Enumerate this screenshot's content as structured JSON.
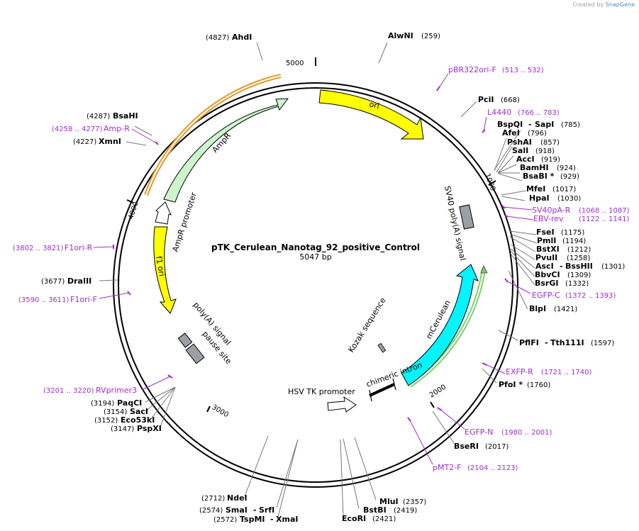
{
  "credit": {
    "prefix": "Created by",
    "brand": "SnapGene"
  },
  "plasmid": {
    "name": "pTK_Cerulean_Nanotag_92_positive_Control",
    "length_label": "5047 bp"
  },
  "ticks": [
    {
      "id": "tick-1000",
      "label": "1000"
    },
    {
      "id": "tick-2000",
      "label": "2000"
    },
    {
      "id": "tick-3000",
      "label": "3000"
    },
    {
      "id": "tick-4000",
      "label": "4000"
    },
    {
      "id": "tick-5000",
      "label": "5000"
    }
  ],
  "features": [
    {
      "id": "ori",
      "label": "ori",
      "color": "#ffff00"
    },
    {
      "id": "ampr",
      "label": "AmpR",
      "color": "#ccf5cc"
    },
    {
      "id": "ampr-promoter",
      "label": "AmpR promoter",
      "color": "#ffffff"
    },
    {
      "id": "f1-ori",
      "label": "f1 ori",
      "color": "#ffff00"
    },
    {
      "id": "polya-signal",
      "label": "poly(A) signal",
      "color": "#9aa0a6"
    },
    {
      "id": "pause-site",
      "label": "pause site",
      "color": "#9aa0a6"
    },
    {
      "id": "sv40-polya",
      "label": "SV40 poly(A) signal",
      "color": "#9aa0a6"
    },
    {
      "id": "mcerulean",
      "label": "mCerulean",
      "color": "#00f5ff"
    },
    {
      "id": "kozak",
      "label": "Kozak sequence",
      "color": "#9aa0a6"
    },
    {
      "id": "chimeric-intron",
      "label": "chimeric intron",
      "color": "#000000"
    },
    {
      "id": "hsv-tk-promoter",
      "label": "HSV TK promoter",
      "color": "#ffffff"
    }
  ],
  "sites": {
    "ahdi": {
      "name": "AhdI",
      "pos": "(4827)"
    },
    "alwni": {
      "name": "AlwNI",
      "pos": "(259)"
    },
    "pcii": {
      "name": "PciI",
      "pos": "(668)"
    },
    "bspqi": {
      "name": "BspQI",
      "pos": "(785)"
    },
    "sapi": {
      "name": "SapI"
    },
    "afei": {
      "name": "AfeI",
      "pos": "(796)"
    },
    "pshai": {
      "name": "PshAI",
      "pos": "(857)"
    },
    "sali": {
      "name": "SalI",
      "pos": "(918)"
    },
    "acci": {
      "name": "AccI",
      "pos": "(919)"
    },
    "bamhi": {
      "name": "BamHI",
      "pos": "(924)"
    },
    "bsabi": {
      "name": "BsaBI *",
      "pos": "(929)"
    },
    "mfei": {
      "name": "MfeI",
      "pos": "(1017)"
    },
    "hpai": {
      "name": "HpaI",
      "pos": "(1030)"
    },
    "fsei": {
      "name": "FseI",
      "pos": "(1175)"
    },
    "pmli": {
      "name": "PmlI",
      "pos": "(1194)"
    },
    "bstxi": {
      "name": "BstXI",
      "pos": "(1212)"
    },
    "pvuii": {
      "name": "PvuII",
      "pos": "(1258)"
    },
    "asci": {
      "name": "AscI",
      "pos": "(1301)"
    },
    "bsshii": {
      "name": "BssHII"
    },
    "bbvci": {
      "name": "BbvCI",
      "pos": "(1309)"
    },
    "bsrgi": {
      "name": "BsrGI",
      "pos": "(1332)"
    },
    "blpi": {
      "name": "BlpI",
      "pos": "(1421)"
    },
    "pflfi": {
      "name": "PflFI",
      "pos": "(1597)"
    },
    "tth111i": {
      "name": "Tth111I"
    },
    "pfoi": {
      "name": "PfoI *",
      "pos": "(1760)"
    },
    "bseri": {
      "name": "BseRI",
      "pos": "(2017)"
    },
    "mlui": {
      "name": "MluI",
      "pos": "(2357)"
    },
    "bstbi": {
      "name": "BstBI",
      "pos": "(2419)"
    },
    "ecori": {
      "name": "EcoRI",
      "pos": "(2421)"
    },
    "ndei": {
      "name": "NdeI",
      "pos": "(2712)"
    },
    "smai": {
      "name": "SmaI",
      "pos": "(2574)"
    },
    "srfi": {
      "name": "SrfI"
    },
    "tspmi": {
      "name": "TspMI",
      "pos": "(2572)"
    },
    "xmai": {
      "name": "XmaI"
    },
    "paqci": {
      "name": "PaqCI",
      "pos": "(3194)"
    },
    "saci": {
      "name": "SacI",
      "pos": "(3154)"
    },
    "eco53ki": {
      "name": "Eco53kI",
      "pos": "(3152)"
    },
    "pspxi": {
      "name": "PspXI",
      "pos": "(3147)"
    },
    "draiii": {
      "name": "DraIII",
      "pos": "(3677)"
    },
    "xmni": {
      "name": "XmnI",
      "pos": "(4227)"
    },
    "bsahi": {
      "name": "BsaHI",
      "pos": "(4287)"
    }
  },
  "primers": {
    "pbr322ori_f": {
      "name": "pBR322ori-F",
      "range": "(513 .. 532)"
    },
    "l4440": {
      "name": "L4440",
      "range": "(766 .. 783)"
    },
    "sv40pa_r": {
      "name": "SV40pA-R",
      "range": "(1068 .. 1087)"
    },
    "ebv_rev": {
      "name": "EBV-rev",
      "range": "(1122 .. 1141)"
    },
    "egfp_c": {
      "name": "EGFP-C",
      "range": "(1372 .. 1393)"
    },
    "exfp_r": {
      "name": "EXFP-R",
      "range": "(1721 .. 1740)"
    },
    "egfp_n": {
      "name": "EGFP-N",
      "range": "(1980 .. 2001)"
    },
    "pmt2_f": {
      "name": "pMT2-F",
      "range": "(2104 .. 2123)"
    },
    "rvprimer3": {
      "name": "RVprimer3",
      "range": "(3201 .. 3220)"
    },
    "f1ori_f": {
      "name": "F1ori-F",
      "range": "(3590 .. 3611)"
    },
    "f1ori_r": {
      "name": "F1ori-R",
      "range": "(3802 .. 3821)"
    },
    "amp_r": {
      "name": "Amp-R",
      "range": "(4258 .. 4277)"
    }
  },
  "colors": {
    "primer": "#a02ccf",
    "backbone": "#000000"
  }
}
